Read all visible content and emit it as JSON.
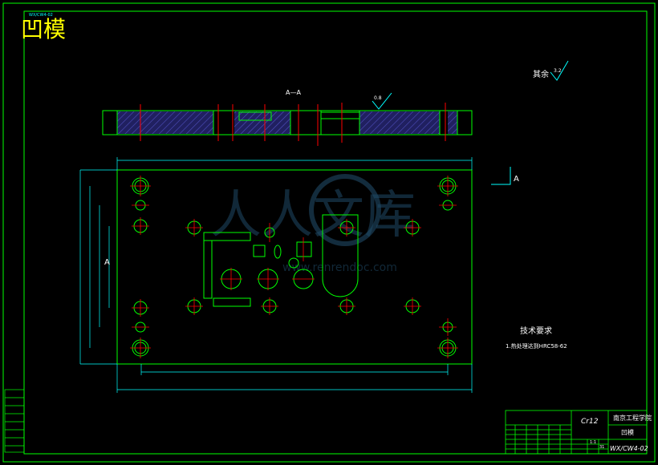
{
  "title": "凹模",
  "small_stamp": "WX/CW4-02",
  "section_label": "A—A",
  "roughness_top": "0.8",
  "roughness_rest_label": "其余",
  "roughness_rest_value": "3.2",
  "view_label_side": "A",
  "view_label_right": "A",
  "tech_title": "技术要求",
  "tech_note": "1.热处理达到HRC58-62",
  "material": "Cr12",
  "school": "南京工程学院",
  "part_name": "凹模",
  "drawing_no": "WX/CW4-02",
  "scale_cell": "1:1",
  "sheet_cell": "31",
  "watermark_cn": "人人文库",
  "watermark_en": "www.renrendoc.com",
  "colors": {
    "background": "#000000",
    "frame": "#00ff00",
    "geometry": "#00ff00",
    "dimension": "#00ffff",
    "centerline": "#ff0000",
    "title_text": "#ffff00",
    "hatch": "#3030a0"
  }
}
